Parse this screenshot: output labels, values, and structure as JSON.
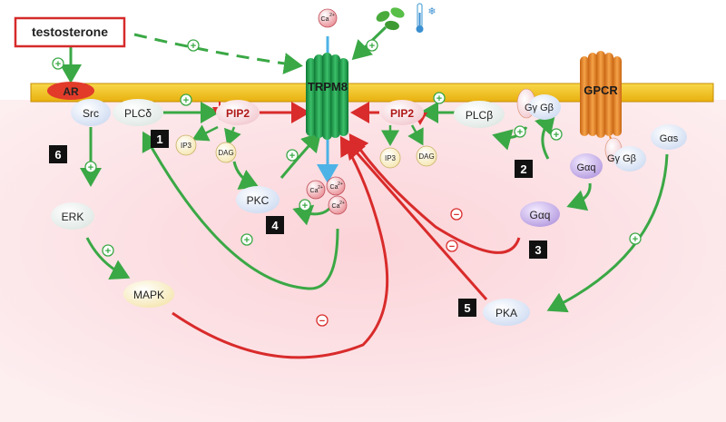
{
  "stimulus": {
    "testosterone": "testosterone"
  },
  "membrane": {
    "channel": "TRPM8"
  },
  "molecules": {
    "ar": "AR",
    "src": "Src",
    "plc_delta": "PLCδ",
    "pip2_left": "PIP2",
    "ip3_left": "IP3",
    "dag_left": "DAG",
    "pkc": "PKC",
    "pip2_right": "PIP2",
    "ip3_right": "IP3",
    "dag_right": "DAG",
    "plc_beta": "PLCβ",
    "gpcr": "GPCR",
    "g_beta_gamma_top": "Gγ Gβ",
    "g_alpha_q_complex": "Gαq",
    "g_beta_gamma_complex": "Gγ Gβ",
    "g_alpha_s": "Gαs",
    "g_alpha_q_free": "Gαq",
    "erk": "ERK",
    "mapk": "MAPK",
    "pka": "PKA"
  },
  "ions": {
    "ca_outside": "Ca",
    "ca_label": "Ca",
    "charge": "2+"
  },
  "signs": {
    "plus": "+",
    "minus": "−"
  },
  "step_numbers": [
    "1",
    "2",
    "3",
    "4",
    "5",
    "6"
  ],
  "colors": {
    "activation": "#3aa845",
    "inhibition": "#d92b2b",
    "membrane": "#f2c21b",
    "channel": "#1f9a4a",
    "gpcr": "#f08a24",
    "cytoplasm": "#fde3e6",
    "ion_flow": "#4db3e6"
  }
}
